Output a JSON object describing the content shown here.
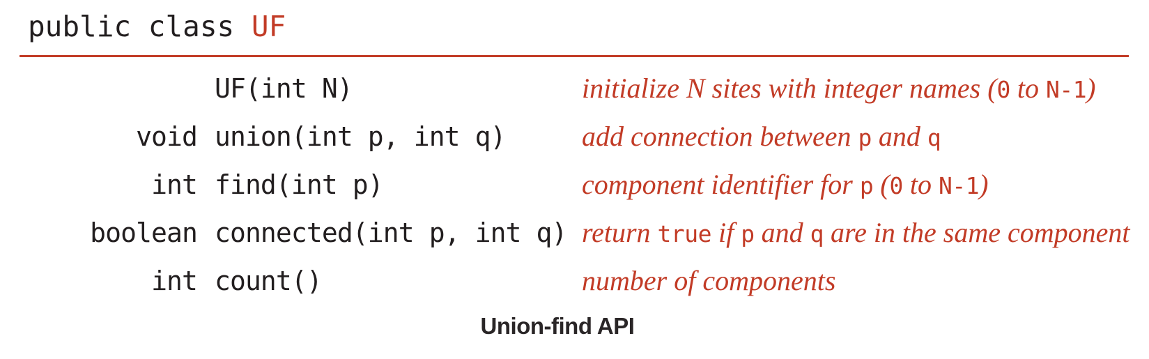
{
  "colors": {
    "red": "#c23b26",
    "ink": "#221e1f"
  },
  "header": {
    "declaration_prefix": "public class ",
    "class_name": "UF"
  },
  "api": {
    "rows": [
      {
        "return_type": "",
        "signature": "UF(int N)",
        "description": [
          {
            "t": "initialize N sites with integer names ("
          },
          {
            "t": "0",
            "m": true
          },
          {
            "t": " to "
          },
          {
            "t": "N-1",
            "m": true
          },
          {
            "t": ")"
          }
        ]
      },
      {
        "return_type": "void",
        "signature": "union(int p, int q)",
        "description": [
          {
            "t": "add connection between "
          },
          {
            "t": "p",
            "m": true
          },
          {
            "t": " and "
          },
          {
            "t": "q",
            "m": true
          }
        ]
      },
      {
        "return_type": "int",
        "signature": "find(int p)",
        "description": [
          {
            "t": "component identifier for "
          },
          {
            "t": "p",
            "m": true
          },
          {
            "t": " ("
          },
          {
            "t": "0",
            "m": true
          },
          {
            "t": " to "
          },
          {
            "t": "N-1",
            "m": true
          },
          {
            "t": ")"
          }
        ]
      },
      {
        "return_type": "boolean",
        "signature": "connected(int p, int q)",
        "description": [
          {
            "t": "return "
          },
          {
            "t": "true",
            "m": true
          },
          {
            "t": " if "
          },
          {
            "t": "p",
            "m": true
          },
          {
            "t": " and "
          },
          {
            "t": "q",
            "m": true
          },
          {
            "t": " are in the same component"
          }
        ]
      },
      {
        "return_type": "int",
        "signature": "count()",
        "description": [
          {
            "t": "number of components"
          }
        ]
      }
    ]
  },
  "caption": "Union-find API"
}
